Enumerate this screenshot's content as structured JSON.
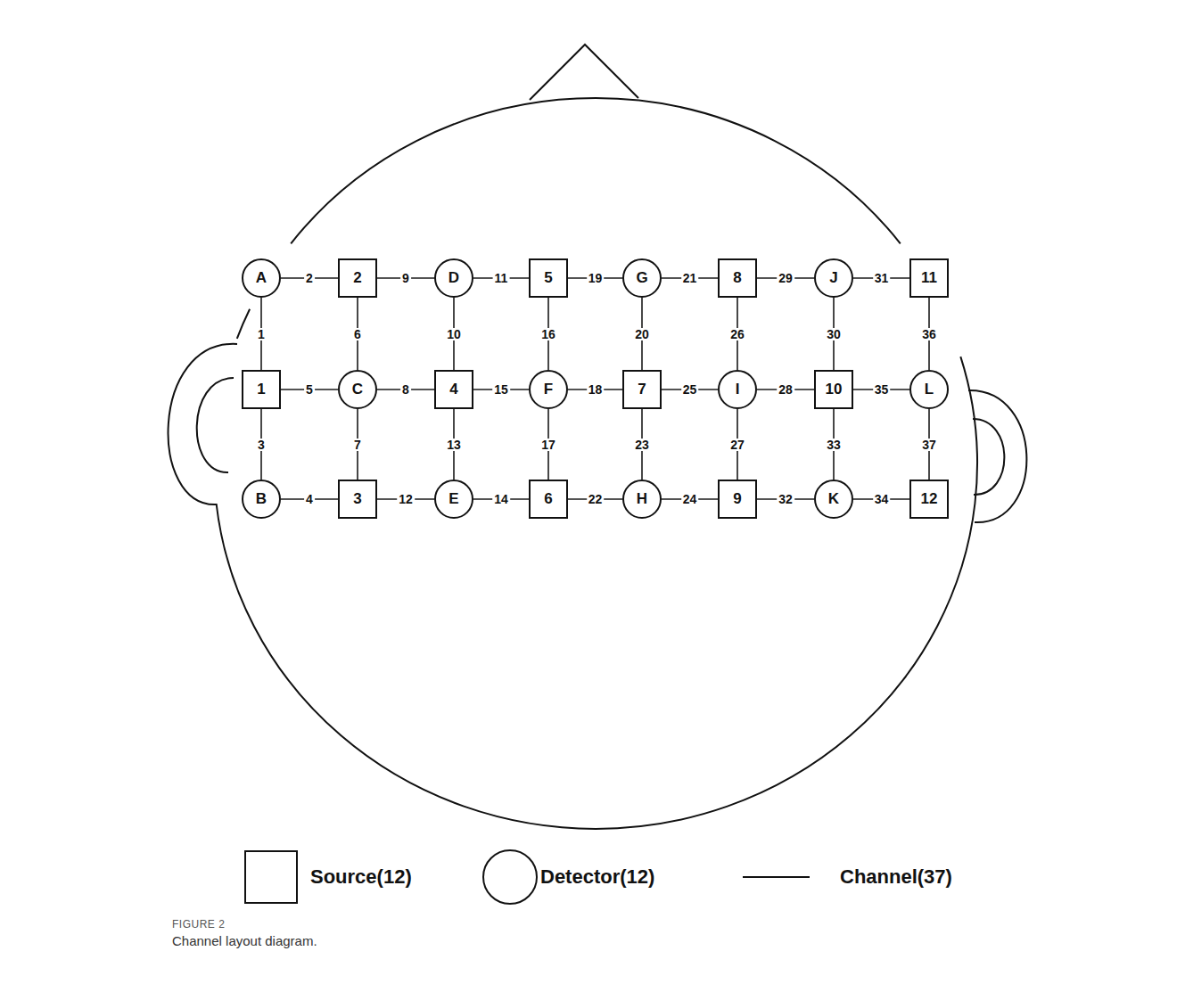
{
  "diagram": {
    "caption": "Channel layout diagram.",
    "nodes": [
      {
        "text": [
          "A"
        ]
      },
      {
        "text": [
          "2"
        ]
      },
      {
        "text": [
          "D"
        ]
      },
      {
        "text": [
          "5"
        ]
      },
      {
        "text": [
          "G"
        ]
      },
      {
        "text": [
          "8"
        ]
      },
      {
        "text": [
          "J"
        ]
      },
      {
        "text": [
          "11"
        ]
      },
      {
        "text": [
          "1"
        ]
      },
      {
        "text": [
          "C"
        ]
      },
      {
        "text": [
          "4"
        ]
      },
      {
        "text": [
          "F"
        ]
      },
      {
        "text": [
          "7"
        ]
      },
      {
        "text": [
          "I"
        ]
      },
      {
        "text": [
          "10"
        ]
      },
      {
        "text": [
          "L"
        ]
      },
      {
        "text": [
          "B"
        ]
      },
      {
        "text": [
          "3"
        ]
      },
      {
        "text": [
          "E"
        ]
      },
      {
        "text": [
          "6"
        ]
      },
      {
        "text": [
          "H"
        ]
      },
      {
        "text": [
          "9"
        ]
      },
      {
        "text": [
          "K"
        ]
      },
      {
        "text": [
          "12"
        ]
      }
    ],
    "edges": [
      {
        "from": 0,
        "to": 8,
        "arrow": "none",
        "label": "1"
      },
      {
        "from": 0,
        "to": 1,
        "arrow": "none",
        "label": "2"
      },
      {
        "from": 8,
        "to": 16,
        "arrow": "none",
        "label": "3"
      },
      {
        "from": 16,
        "to": 17,
        "arrow": "none",
        "label": "4"
      },
      {
        "from": 8,
        "to": 9,
        "arrow": "none",
        "label": "5"
      },
      {
        "from": 1,
        "to": 9,
        "arrow": "none",
        "label": "6"
      },
      {
        "from": 9,
        "to": 17,
        "arrow": "none",
        "label": "7"
      },
      {
        "from": 9,
        "to": 10,
        "arrow": "none",
        "label": "8"
      },
      {
        "from": 1,
        "to": 2,
        "arrow": "none",
        "label": "9"
      },
      {
        "from": 2,
        "to": 10,
        "arrow": "none",
        "label": "10"
      },
      {
        "from": 2,
        "to": 3,
        "arrow": "none",
        "label": "11"
      },
      {
        "from": 17,
        "to": 18,
        "arrow": "none",
        "label": "12"
      },
      {
        "from": 10,
        "to": 18,
        "arrow": "none",
        "label": "13"
      },
      {
        "from": 18,
        "to": 19,
        "arrow": "none",
        "label": "14"
      },
      {
        "from": 10,
        "to": 11,
        "arrow": "none",
        "label": "15"
      },
      {
        "from": 3,
        "to": 11,
        "arrow": "none",
        "label": "16"
      },
      {
        "from": 11,
        "to": 19,
        "arrow": "none",
        "label": "17"
      },
      {
        "from": 11,
        "to": 12,
        "arrow": "none",
        "label": "18"
      },
      {
        "from": 3,
        "to": 4,
        "arrow": "none",
        "label": "19"
      },
      {
        "from": 4,
        "to": 12,
        "arrow": "none",
        "label": "20"
      },
      {
        "from": 4,
        "to": 5,
        "arrow": "none",
        "label": "21"
      },
      {
        "from": 19,
        "to": 20,
        "arrow": "none",
        "label": "22"
      },
      {
        "from": 12,
        "to": 20,
        "arrow": "none",
        "label": "23"
      },
      {
        "from": 20,
        "to": 21,
        "arrow": "none",
        "label": "24"
      },
      {
        "from": 12,
        "to": 13,
        "arrow": "none",
        "label": "25"
      },
      {
        "from": 5,
        "to": 13,
        "arrow": "none",
        "label": "26"
      },
      {
        "from": 13,
        "to": 21,
        "arrow": "none",
        "label": "27"
      },
      {
        "from": 13,
        "to": 14,
        "arrow": "none",
        "label": "28"
      },
      {
        "from": 5,
        "to": 6,
        "arrow": "none",
        "label": "29"
      },
      {
        "from": 6,
        "to": 14,
        "arrow": "none",
        "label": "30"
      },
      {
        "from": 6,
        "to": 7,
        "arrow": "none",
        "label": "31"
      },
      {
        "from": 21,
        "to": 22,
        "arrow": "none",
        "label": "32"
      },
      {
        "from": 14,
        "to": 22,
        "arrow": "none",
        "label": "33"
      },
      {
        "from": 22,
        "to": 23,
        "arrow": "none",
        "label": "34"
      },
      {
        "from": 14,
        "to": 15,
        "arrow": "none",
        "label": "35"
      },
      {
        "from": 7,
        "to": 15,
        "arrow": "none",
        "label": "36"
      },
      {
        "from": 15,
        "to": 23,
        "arrow": "none",
        "label": "37"
      }
    ],
    "labels": [
      "FIGURE 2"
    ],
    "legend": [
      {
        "text": "Source(12)"
      },
      {
        "text": "Detector(12)"
      },
      {
        "text": "Channel(37)"
      }
    ]
  }
}
